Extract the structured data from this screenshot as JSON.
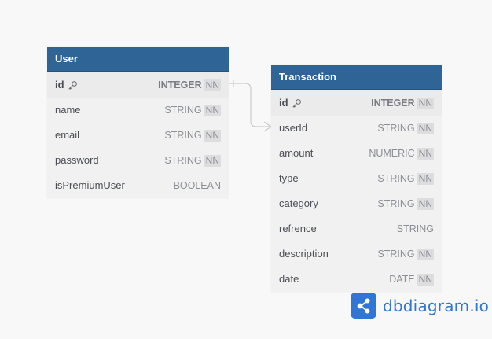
{
  "colors": {
    "header": "#2f6497",
    "background": "#f8f8f9",
    "brand": "#2f76d6"
  },
  "tables": {
    "user": {
      "name": "User",
      "fields": [
        {
          "name": "id",
          "type": "INTEGER",
          "nn": "NN",
          "pk": true
        },
        {
          "name": "name",
          "type": "STRING",
          "nn": "NN"
        },
        {
          "name": "email",
          "type": "STRING",
          "nn": "NN"
        },
        {
          "name": "password",
          "type": "STRING",
          "nn": "NN"
        },
        {
          "name": "isPremiumUser",
          "type": "BOOLEAN",
          "nn": ""
        }
      ]
    },
    "transaction": {
      "name": "Transaction",
      "fields": [
        {
          "name": "id",
          "type": "INTEGER",
          "nn": "NN",
          "pk": true
        },
        {
          "name": "userId",
          "type": "STRING",
          "nn": "NN"
        },
        {
          "name": "amount",
          "type": "NUMERIC",
          "nn": "NN"
        },
        {
          "name": "type",
          "type": "STRING",
          "nn": "NN"
        },
        {
          "name": "category",
          "type": "STRING",
          "nn": "NN"
        },
        {
          "name": "refrence",
          "type": "STRING",
          "nn": ""
        },
        {
          "name": "description",
          "type": "STRING",
          "nn": "NN"
        },
        {
          "name": "date",
          "type": "DATE",
          "nn": "NN"
        }
      ]
    }
  },
  "relationship": {
    "from": "User.id",
    "to": "Transaction.userId",
    "kind": "one-to-many"
  },
  "brand": {
    "name": "dbdiagram.io",
    "icon": "share-nodes-icon"
  }
}
